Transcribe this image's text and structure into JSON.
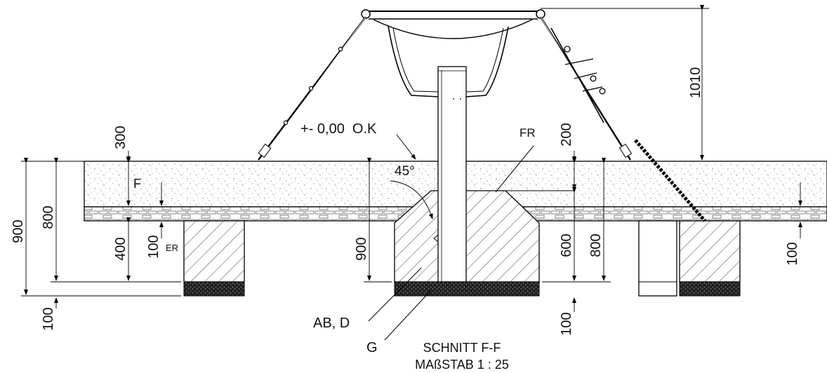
{
  "dimensions": {
    "d1010": "1010",
    "d300": "300",
    "d800_left": "800",
    "d900_left": "900",
    "d400": "400",
    "d100_left_er": "100",
    "d100_bottom_left": "100",
    "d900_center": "900",
    "d200": "200",
    "d600": "600",
    "d800_right": "800",
    "d100_center_bottom": "100",
    "d100_right": "100",
    "angle": "45°"
  },
  "labels": {
    "ok_level": "+- 0,00  O.K",
    "fr": "FR",
    "f": "F",
    "er": "ER",
    "ab_d": "AB, D",
    "g": "G"
  },
  "caption": {
    "section": "SCHNITT F-F",
    "scale": "MAßSTAB 1 : 25"
  }
}
